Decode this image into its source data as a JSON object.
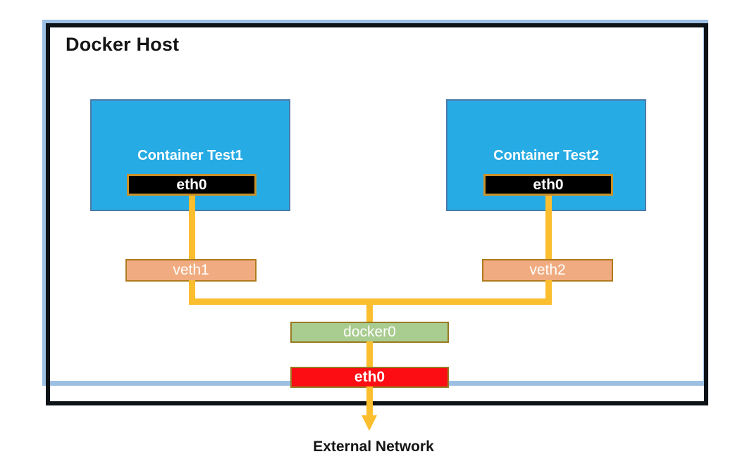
{
  "diagram": {
    "title": "Docker Host",
    "external_label": "External Network",
    "colors": {
      "outer_frame": "#9CBFE3",
      "host_border": "#0D1216",
      "container_fill": "#27ABE4",
      "container_border": "#4B7AAA",
      "eth0_container_fill": "#000000",
      "eth0_container_border": "#C8912A",
      "veth_fill": "#F0AC80",
      "veth_border": "#B07A1E",
      "docker0_fill": "#A9CC90",
      "docker0_border": "#9A7A22",
      "eth0_host_fill": "#FC0D14",
      "wire": "#FBBE2E",
      "text_light": "#FFFFFF",
      "text_dark": "#151515"
    },
    "containers": [
      {
        "name": "Container Test1",
        "interface": "eth0"
      },
      {
        "name": "Container Test2",
        "interface": "eth0"
      }
    ],
    "veths": [
      {
        "name": "veth1"
      },
      {
        "name": "veth2"
      }
    ],
    "bridge": {
      "name": "docker0"
    },
    "host_interface": {
      "name": "eth0"
    }
  }
}
